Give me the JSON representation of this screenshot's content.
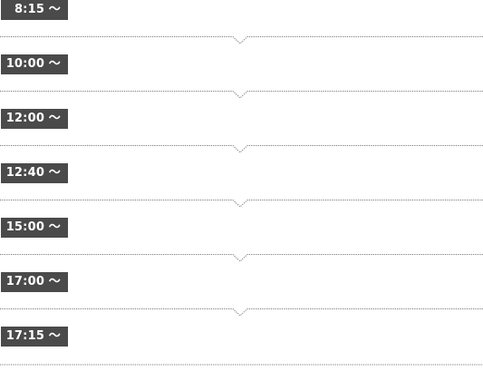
{
  "schedule": {
    "slots": [
      {
        "time": "8:15 〜"
      },
      {
        "time": "10:00 〜"
      },
      {
        "time": "12:00 〜"
      },
      {
        "time": "12:40 〜"
      },
      {
        "time": "15:00 〜"
      },
      {
        "time": "17:00 〜"
      },
      {
        "time": "17:15 〜"
      }
    ]
  },
  "colors": {
    "badge_background": "#4a4a4a",
    "badge_text": "#ffffff",
    "separator_line": "#7a7a7a"
  }
}
